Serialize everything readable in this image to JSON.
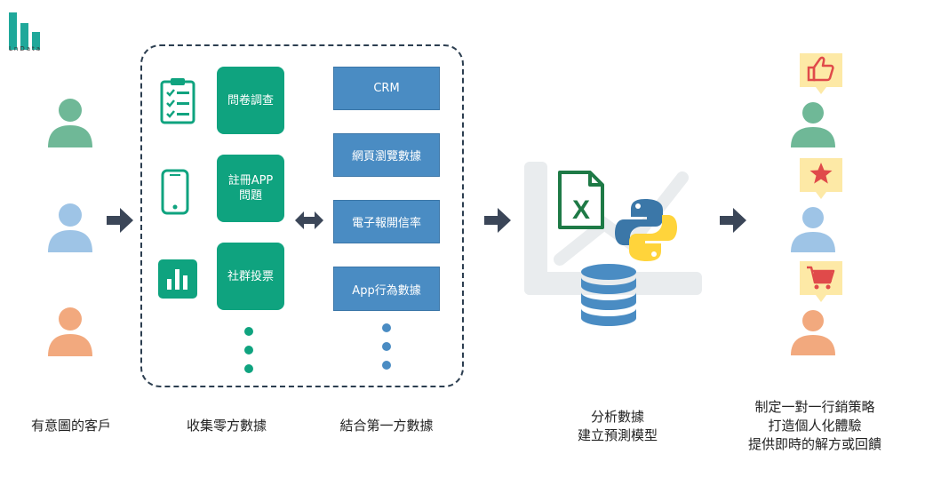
{
  "logo": {
    "text": "LnData",
    "color": "#1fa89a"
  },
  "colors": {
    "green": "#0fa37f",
    "blue": "#4a8cc3",
    "arrow": "#3b4658",
    "person_green": "#6fb897",
    "person_blue": "#9ec4e6",
    "person_orange": "#f2a97e",
    "bubble": "#fde9a6",
    "icon_red": "#e04a4a"
  },
  "stages": {
    "customers": "有意圖的客戶",
    "collect": "收集零方數據",
    "combine": "結合第一方數據",
    "analyze_line1": "分析數據",
    "analyze_line2": "建立預測模型",
    "output_line1": "制定一對一行銷策略",
    "output_line2": "打造個人化體驗",
    "output_line3": "提供即時的解方或回饋"
  },
  "zero_party": [
    {
      "label_line1": "問卷調查",
      "label_line2": "",
      "icon": "checklist-icon"
    },
    {
      "label_line1": "註冊APP",
      "label_line2": "問題",
      "icon": "phone-icon"
    },
    {
      "label_line1": "社群投票",
      "label_line2": "",
      "icon": "bar-chart-icon"
    }
  ],
  "first_party": [
    {
      "label": "CRM"
    },
    {
      "label": "網頁瀏覽數據"
    },
    {
      "label": "電子報開信率"
    },
    {
      "label": "App行為數據"
    }
  ],
  "tools": [
    "excel-icon",
    "python-icon",
    "database-icon"
  ],
  "feedback_icons": [
    "thumbs-up-icon",
    "star-icon",
    "cart-icon"
  ]
}
